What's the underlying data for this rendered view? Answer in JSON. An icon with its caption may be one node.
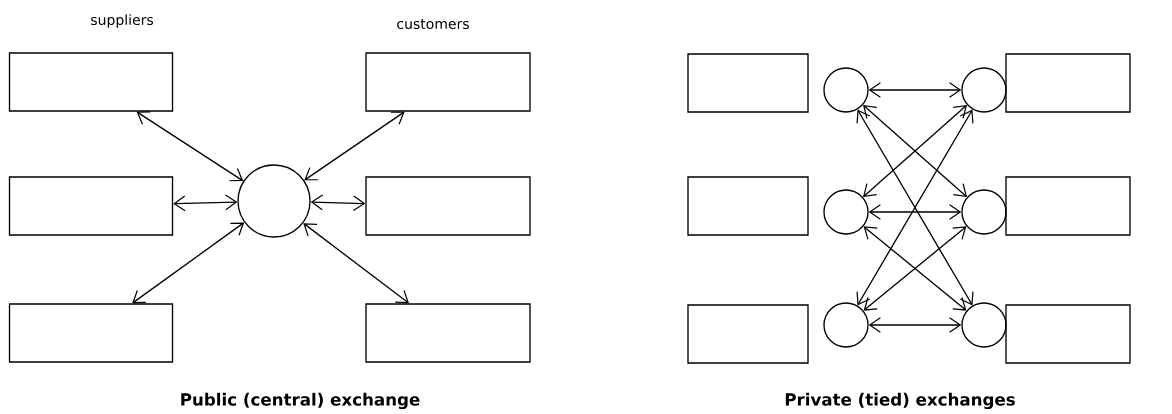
{
  "diagram": {
    "nodes": [
      {
        "text": [],
        "shape": "box"
      },
      {
        "text": [],
        "shape": "box"
      },
      {
        "text": [],
        "shape": "box"
      },
      {
        "text": [],
        "shape": "box"
      },
      {
        "text": [],
        "shape": "box"
      },
      {
        "text": [],
        "shape": "box"
      },
      {
        "text": [],
        "shape": "circle"
      },
      {
        "text": [],
        "shape": "box"
      },
      {
        "text": [],
        "shape": "box"
      },
      {
        "text": [],
        "shape": "box"
      },
      {
        "text": [],
        "shape": "circle"
      },
      {
        "text": [],
        "shape": "circle"
      },
      {
        "text": [],
        "shape": "circle"
      },
      {
        "text": [],
        "shape": "circle"
      },
      {
        "text": [],
        "shape": "circle"
      },
      {
        "text": [],
        "shape": "circle"
      },
      {
        "text": [],
        "shape": "box"
      },
      {
        "text": [],
        "shape": "box"
      },
      {
        "text": [],
        "shape": "box"
      }
    ],
    "edges": [
      {
        "from": 0,
        "to": 6,
        "arrow": "both"
      },
      {
        "from": 1,
        "to": 6,
        "arrow": "both"
      },
      {
        "from": 2,
        "to": 6,
        "arrow": "both"
      },
      {
        "from": 6,
        "to": 3,
        "arrow": "both"
      },
      {
        "from": 6,
        "to": 4,
        "arrow": "both"
      },
      {
        "from": 6,
        "to": 5,
        "arrow": "both"
      },
      {
        "from": 10,
        "to": 13,
        "arrow": "both"
      },
      {
        "from": 10,
        "to": 14,
        "arrow": "both"
      },
      {
        "from": 10,
        "to": 15,
        "arrow": "both"
      },
      {
        "from": 11,
        "to": 13,
        "arrow": "both"
      },
      {
        "from": 11,
        "to": 14,
        "arrow": "both"
      },
      {
        "from": 11,
        "to": 15,
        "arrow": "both"
      },
      {
        "from": 12,
        "to": 13,
        "arrow": "both"
      },
      {
        "from": 12,
        "to": 14,
        "arrow": "both"
      },
      {
        "from": 12,
        "to": 15,
        "arrow": "both"
      }
    ],
    "labels": [
      "suppliers",
      "customers",
      "Public (central) exchange",
      "Private (tied) exchanges"
    ]
  }
}
